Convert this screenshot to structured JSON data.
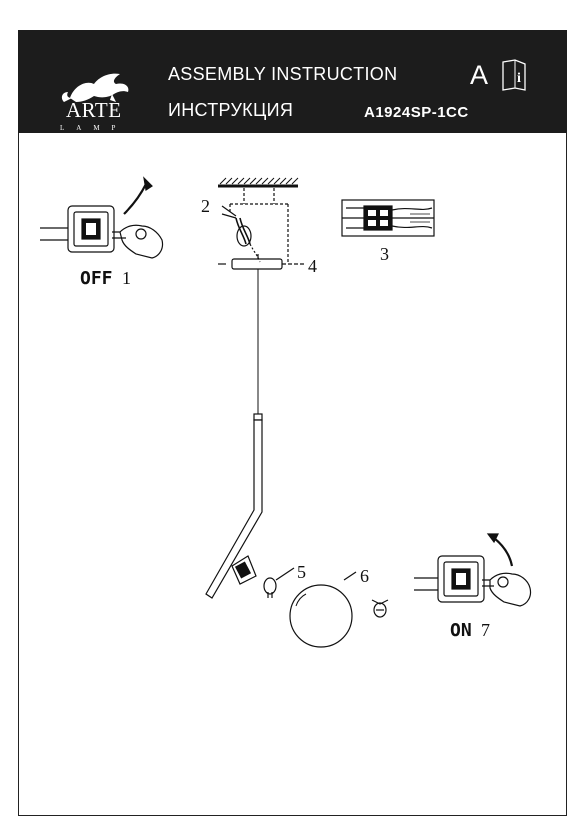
{
  "header": {
    "brand": "ARTE",
    "brand_sub": "LAMP",
    "title_en": "ASSEMBLY INSTRUCTION",
    "title_ru": "ИНСТРУКЦИЯ",
    "model": "A1924SP-1CC",
    "letter": "A",
    "book_letter": "i"
  },
  "steps": {
    "off_label": "OFF",
    "off_num": "1",
    "num2": "2",
    "num3": "3",
    "num4": "4",
    "num5": "5",
    "num6": "6",
    "on_label": "ON",
    "on_num": "7"
  }
}
